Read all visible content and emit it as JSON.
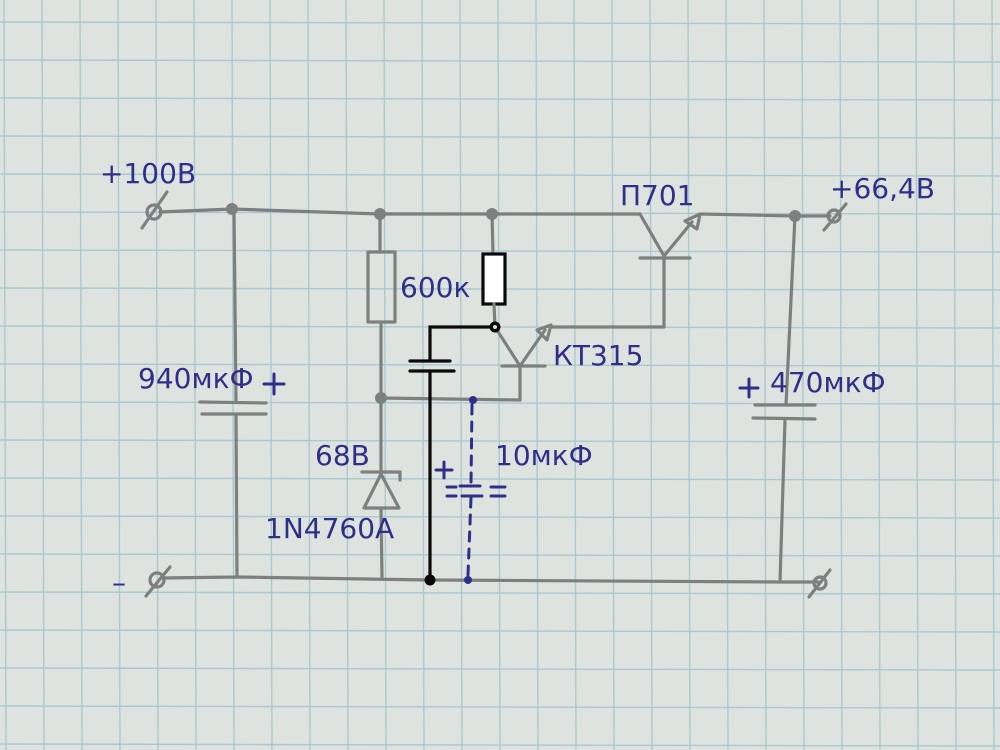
{
  "title": "Hand-drawn linear voltage regulator schematic",
  "colors": {
    "paper": "#dfe3e0",
    "grid": "#a9c9cf",
    "pencil": "#7d807f",
    "ink_black": "#0a0a0a",
    "ink_blue": "#2e2f88"
  },
  "terminals": {
    "input_positive": "+100В",
    "output_positive": "+66,4В",
    "ground_negative": "–"
  },
  "components": {
    "c_input": {
      "type": "electrolytic-capacitor",
      "label": "940мкФ",
      "polarity": "+"
    },
    "r_bias": {
      "type": "resistor",
      "label": "600к"
    },
    "r_collector": {
      "type": "resistor",
      "label": ""
    },
    "zener": {
      "type": "zener-diode",
      "voltage": "68В",
      "part": "1N4760A"
    },
    "q1": {
      "type": "npn-transistor",
      "label": "КТ315"
    },
    "q2": {
      "type": "npn-transistor",
      "label": "П701"
    },
    "c_ink": {
      "type": "capacitor",
      "label": ""
    },
    "c_dashed": {
      "type": "electrolytic-capacitor",
      "label": "10мкФ",
      "polarity": "+"
    },
    "c_output": {
      "type": "electrolytic-capacitor",
      "label": "470мкФ",
      "polarity": "+"
    }
  }
}
